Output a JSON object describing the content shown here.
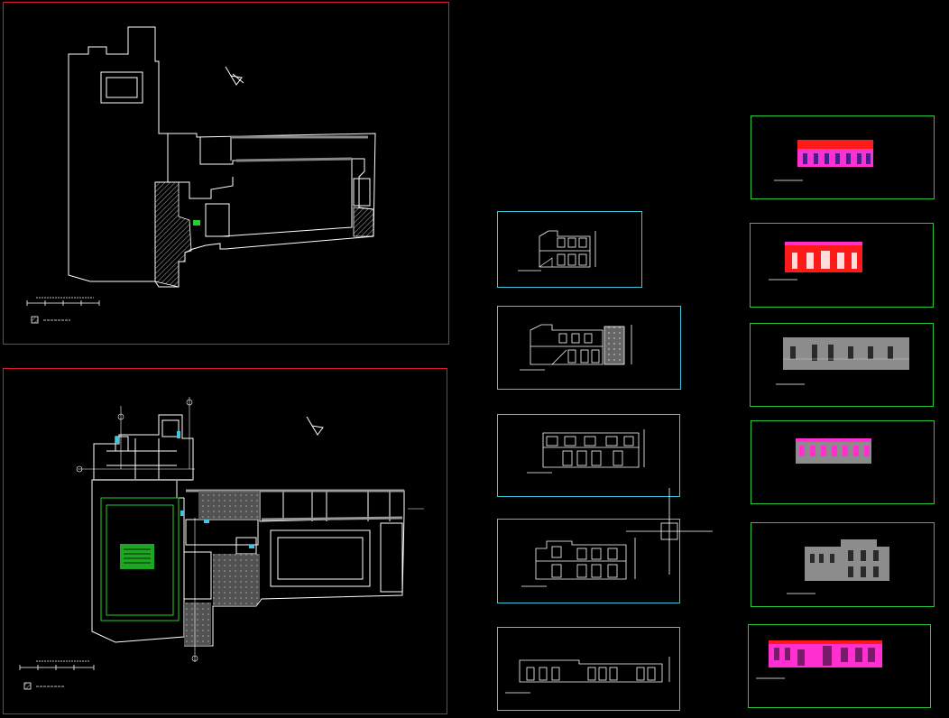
{
  "drawing": {
    "background": "#000000",
    "colors": {
      "sheet_red": "#e01a2a",
      "sheet_cyan": "#3fc7e0",
      "sheet_green": "#28c83a",
      "linework": "#ffffff",
      "hatch": "#9a9a9a",
      "elevation_magenta": "#ff2fd0",
      "elevation_red": "#ff1a1a",
      "elevation_gray": "#8c8c8c",
      "accent_green": "#24d02a"
    },
    "sheets": [
      {
        "id": "site-plan",
        "content": "plan-outline"
      },
      {
        "id": "ground-floor-plan",
        "content": "plan-detailed"
      },
      {
        "id": "section-1",
        "content": "section"
      },
      {
        "id": "section-2",
        "content": "section"
      },
      {
        "id": "section-3",
        "content": "section"
      },
      {
        "id": "section-4",
        "content": "section"
      },
      {
        "id": "section-5",
        "content": "section"
      },
      {
        "id": "elevation-1",
        "content": "elevation-magenta"
      },
      {
        "id": "elevation-2",
        "content": "elevation-red"
      },
      {
        "id": "elevation-3",
        "content": "elevation-gray"
      },
      {
        "id": "elevation-4",
        "content": "elevation-magenta"
      },
      {
        "id": "elevation-5",
        "content": "elevation-gray"
      },
      {
        "id": "elevation-6",
        "content": "elevation-magenta"
      }
    ],
    "icons": {
      "north_arrow": "north-arrow-icon",
      "crosshair": "crosshair-cursor-icon",
      "scale_bar": "scale-bar-icon",
      "legend_hatch": "hatch-legend-icon"
    }
  }
}
